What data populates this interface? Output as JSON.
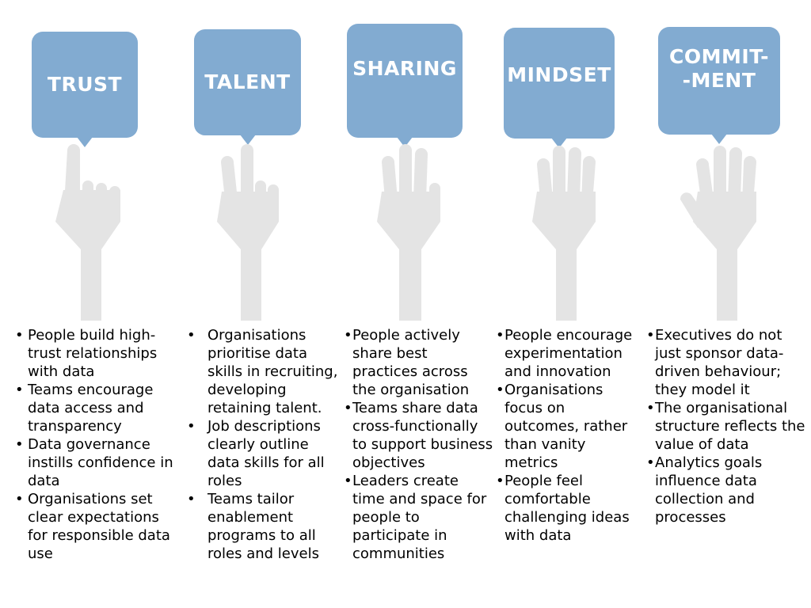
{
  "columns": [
    {
      "title": "TRUST",
      "fingers": 1,
      "bullets": [
        "People build high-trust relationships with data",
        "Teams encourage data access and transparency",
        "Data governance instills confidence in data",
        "Organisations set clear expectations for responsible data use"
      ]
    },
    {
      "title": "TALENT",
      "fingers": 2,
      "bullets": [
        "Organisations prioritise data skills in recruiting, developing retaining talent.",
        "Job descriptions clearly outline data skills for all roles",
        "Teams tailor enablement programs to all roles and levels"
      ]
    },
    {
      "title": "SHARING",
      "fingers": 3,
      "bullets": [
        "People actively share best practices across the organisation",
        "Teams share data cross-functionally to support business objectives",
        "Leaders create time and space for people to participate in communities"
      ]
    },
    {
      "title": "MINDSET",
      "fingers": 4,
      "bullets": [
        "People encourage experimentation and innovation",
        "Organisations focus on outcomes, rather than vanity metrics",
        "People feel comfortable challenging ideas with data"
      ]
    },
    {
      "title": "COMMIT-\n-MENT",
      "fingers": 5,
      "bullets": [
        "Executives do not just sponsor data-driven behaviour; they model it",
        "The organisational structure reflects the value of data",
        "Analytics goals influence data collection and processes"
      ]
    }
  ],
  "colors": {
    "bubble": "#82abd1",
    "hand": "#e4e4e4",
    "title_text": "#ffffff"
  }
}
